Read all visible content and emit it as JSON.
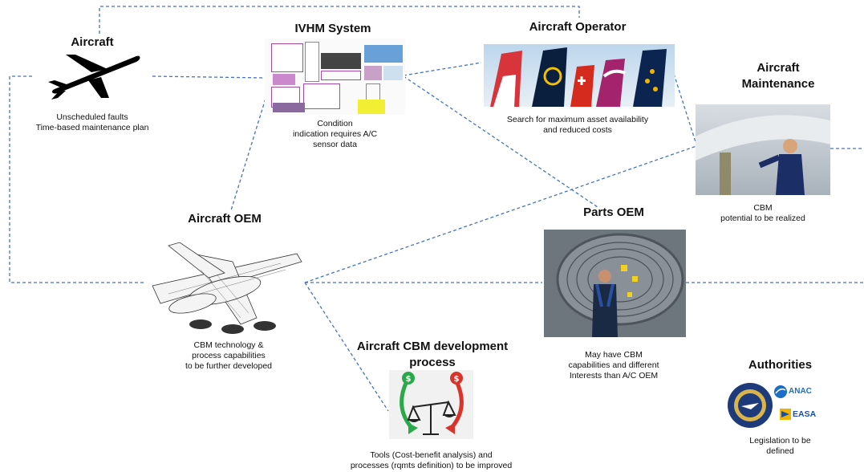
{
  "nodes": {
    "aircraft": {
      "title": "Aircraft",
      "caption": [
        "Unscheduled faults",
        "Time-based maintenance plan"
      ]
    },
    "ivhm": {
      "title": "IVHM System",
      "caption": [
        "Condition",
        "indication requires A/C",
        "sensor data"
      ]
    },
    "operator": {
      "title": "Aircraft Operator",
      "caption": [
        "Search for maximum asset availability",
        "and reduced costs"
      ]
    },
    "maintenance": {
      "title": [
        "Aircraft",
        "Maintenance"
      ],
      "caption": [
        "CBM",
        "potential to be realized"
      ]
    },
    "oem": {
      "title": "Aircraft OEM",
      "caption": [
        "CBM technology &",
        "process capabilities",
        "to be further developed"
      ]
    },
    "parts": {
      "title": "Parts OEM",
      "caption": [
        "May have CBM",
        "capabilities and different",
        "Interests than A/C OEM"
      ]
    },
    "cbm": {
      "title": [
        "Aircraft CBM development",
        "process"
      ],
      "caption": [
        "Tools (Cost-benefit analysis) and",
        "processes (rqmts definition) to be improved"
      ]
    },
    "authorities": {
      "title": "Authorities",
      "caption": [
        "Legislation to be",
        "defined"
      ],
      "logos": [
        "ANAC",
        "EASA"
      ]
    }
  },
  "colors": {
    "link": "#4472c4",
    "title": "#111111"
  }
}
